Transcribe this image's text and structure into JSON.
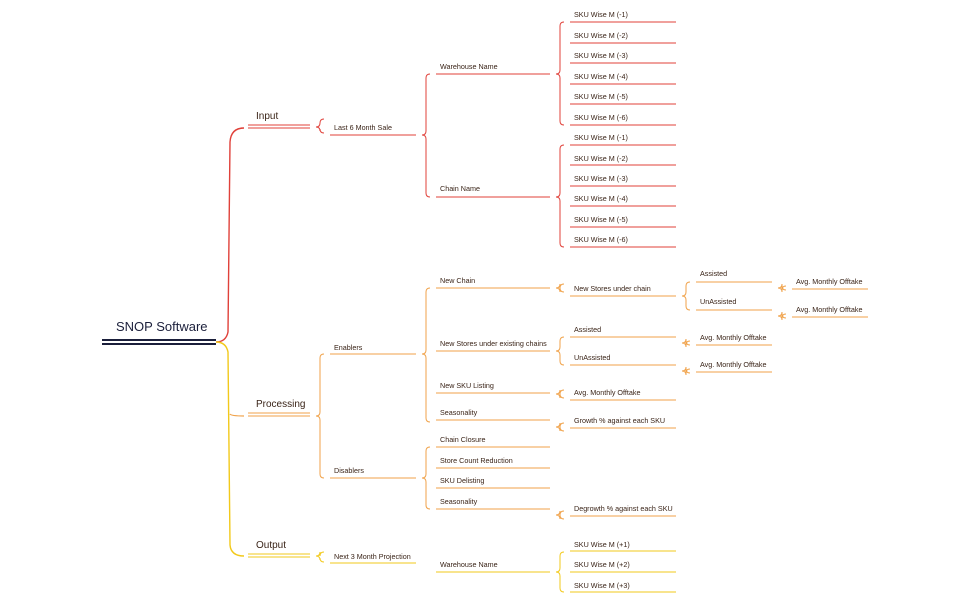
{
  "title": "SNOP Software",
  "colors": {
    "input": "#e0413a",
    "processing": "#f0a24a",
    "output": "#f2c91b",
    "root": "#1b1f3b"
  },
  "input": {
    "label": "Input",
    "child": "Last 6 Month Sale",
    "warehouse": {
      "label": "Warehouse Name",
      "items": [
        "SKU Wise M (-1)",
        "SKU Wise M (-2)",
        "SKU Wise M (-3)",
        "SKU Wise M (-4)",
        "SKU Wise M (-5)",
        "SKU Wise M (-6)"
      ]
    },
    "chain": {
      "label": "Chain Name",
      "items": [
        "SKU Wise M (-1)",
        "SKU Wise M (-2)",
        "SKU Wise M (-3)",
        "SKU Wise M (-4)",
        "SKU Wise M (-5)",
        "SKU Wise M (-6)"
      ]
    }
  },
  "processing": {
    "label": "Processing",
    "enablers": {
      "label": "Enablers",
      "new_chain": {
        "label": "New Chain",
        "child": "New Stores under chain",
        "assisted": "Assisted",
        "unassisted": "UnAssisted",
        "offtake_a": "Avg. Monthly Offtake",
        "offtake_b": "Avg. Monthly Offtake"
      },
      "new_stores": {
        "label": "New Stores under existing chains",
        "assisted": "Assisted",
        "unassisted": "UnAssisted",
        "offtake_a": "Avg. Monthly Offtake",
        "offtake_b": "Avg. Monthly Offtake"
      },
      "new_sku": {
        "label": "New SKU Listing",
        "child": "Avg. Monthly Offtake"
      },
      "seasonality": {
        "label": "Seasonality",
        "child": "Growth % against each SKU"
      }
    },
    "disablers": {
      "label": "Disablers",
      "chain_closure": "Chain Closure",
      "store_count": "Store Count Reduction",
      "sku_delisting": "SKU Delisting",
      "seasonality": {
        "label": "Seasonality",
        "child": "Degrowth % against each SKU"
      }
    }
  },
  "output": {
    "label": "Output",
    "child": "Next 3 Month Projection",
    "warehouse": {
      "label": "Warehouse Name",
      "items": [
        "SKU Wise M (+1)",
        "SKU Wise M (+2)",
        "SKU Wise M (+3)"
      ]
    }
  }
}
